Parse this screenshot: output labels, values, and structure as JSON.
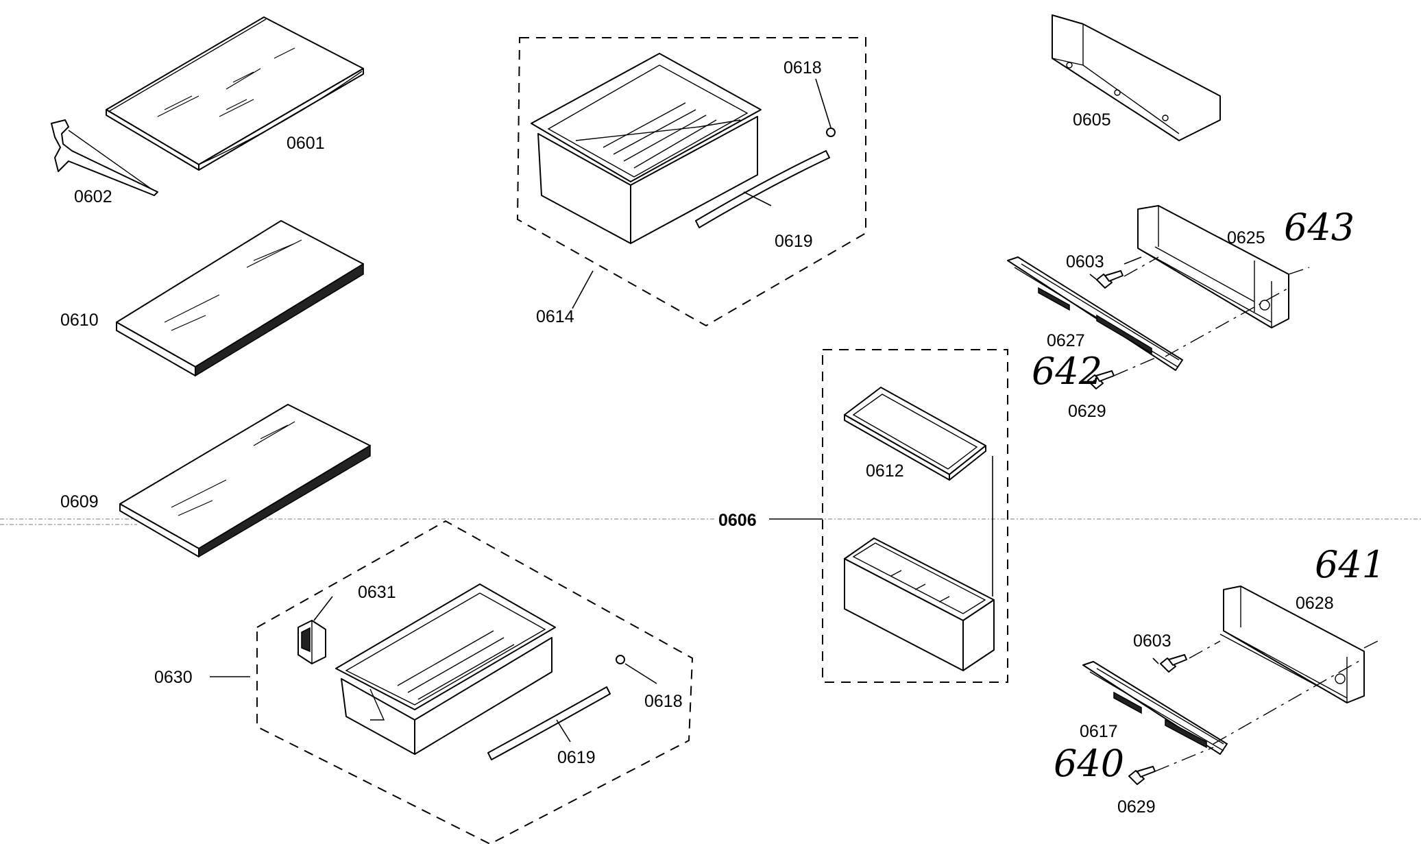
{
  "labels": {
    "p0601": "0601",
    "p0602": "0602",
    "p0603a": "0603",
    "p0603b": "0603",
    "p0605": "0605",
    "p0606": "0606",
    "p0609": "0609",
    "p0610": "0610",
    "p0612": "0612",
    "p0614": "0614",
    "p0617": "0617",
    "p0618a": "0618",
    "p0618b": "0618",
    "p0619a": "0619",
    "p0619b": "0619",
    "p0625": "0625",
    "p0627": "0627",
    "p0628": "0628",
    "p0629a": "0629",
    "p0629b": "0629",
    "p0630": "0630",
    "p0631": "0631"
  },
  "handwritten": {
    "n640": "640",
    "n641": "641",
    "n642": "642",
    "n643": "643"
  }
}
